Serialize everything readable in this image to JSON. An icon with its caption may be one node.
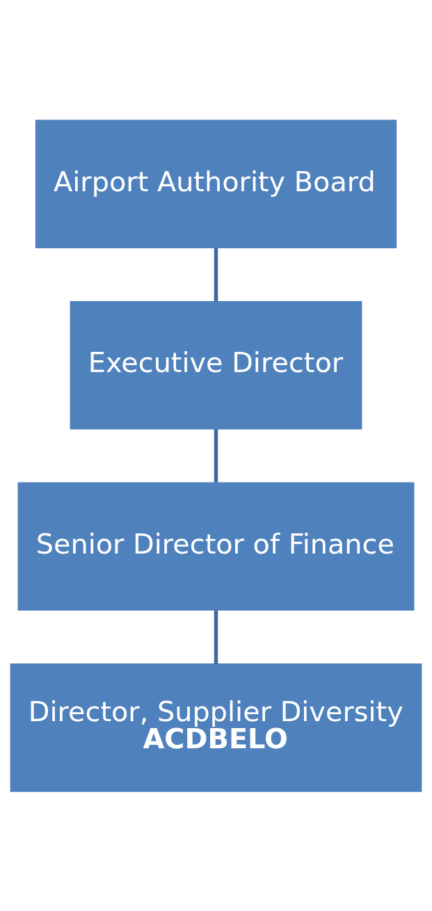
{
  "diagram": {
    "nodes": [
      {
        "text": [
          "Airport Authority Board"
        ]
      },
      {
        "text": [
          "Executive Director"
        ]
      },
      {
        "text": [
          "Senior Director of Finance"
        ]
      },
      {
        "text": [
          "Director, Supplier Diversity",
          "ACDBELO"
        ]
      }
    ],
    "edges": [
      {
        "from": 0,
        "to": 1,
        "arrow": "none"
      },
      {
        "from": 1,
        "to": 2,
        "arrow": "none"
      },
      {
        "from": 2,
        "to": 3,
        "arrow": "none"
      }
    ]
  }
}
